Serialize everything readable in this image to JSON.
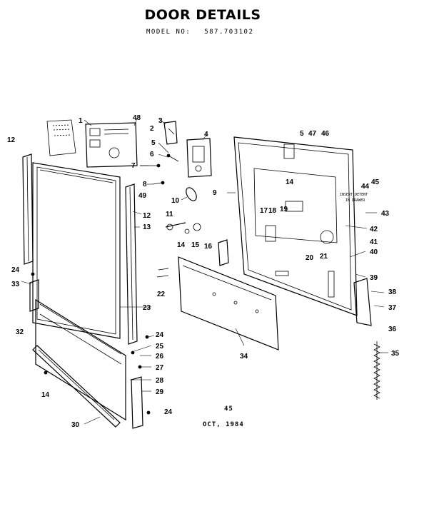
{
  "header": {
    "title": "DOOR DETAILS",
    "model_label": "MODEL NO:",
    "model_number": "587.703102"
  },
  "footer": {
    "page_number": "45",
    "date": "OCT, 1984"
  },
  "callouts": {
    "c1": "1",
    "c2": "2",
    "c3": "3",
    "c4": "4",
    "c5": "5",
    "c5b": "5",
    "c6": "6",
    "c7": "7",
    "c8": "8",
    "c9": "9",
    "c10": "10",
    "c11": "11",
    "c12a": "12",
    "c12b": "12",
    "c13": "13",
    "c14a": "14",
    "c14b": "14",
    "c14c": "14",
    "c15": "15",
    "c16": "16",
    "c17": "17",
    "c18": "18",
    "c19": "19",
    "c20": "20",
    "c21": "21",
    "c22": "22",
    "c23": "23",
    "c24a": "24",
    "c24b": "24",
    "c24c": "24",
    "c25": "25",
    "c26": "26",
    "c27": "27",
    "c28": "28",
    "c29": "29",
    "c30": "30",
    "c32": "32",
    "c33": "33",
    "c34": "34",
    "c35": "35",
    "c36": "36",
    "c37": "37",
    "c38": "38",
    "c39": "39",
    "c40": "40",
    "c41": "41",
    "c42": "42",
    "c43": "43",
    "c44": "44",
    "c45": "45",
    "c46": "46",
    "c47": "47",
    "c48": "48",
    "c49": "49"
  },
  "notes": {
    "hinge_note_1": "INSERT DETENT",
    "hinge_note_2": "IN DRAWER"
  }
}
